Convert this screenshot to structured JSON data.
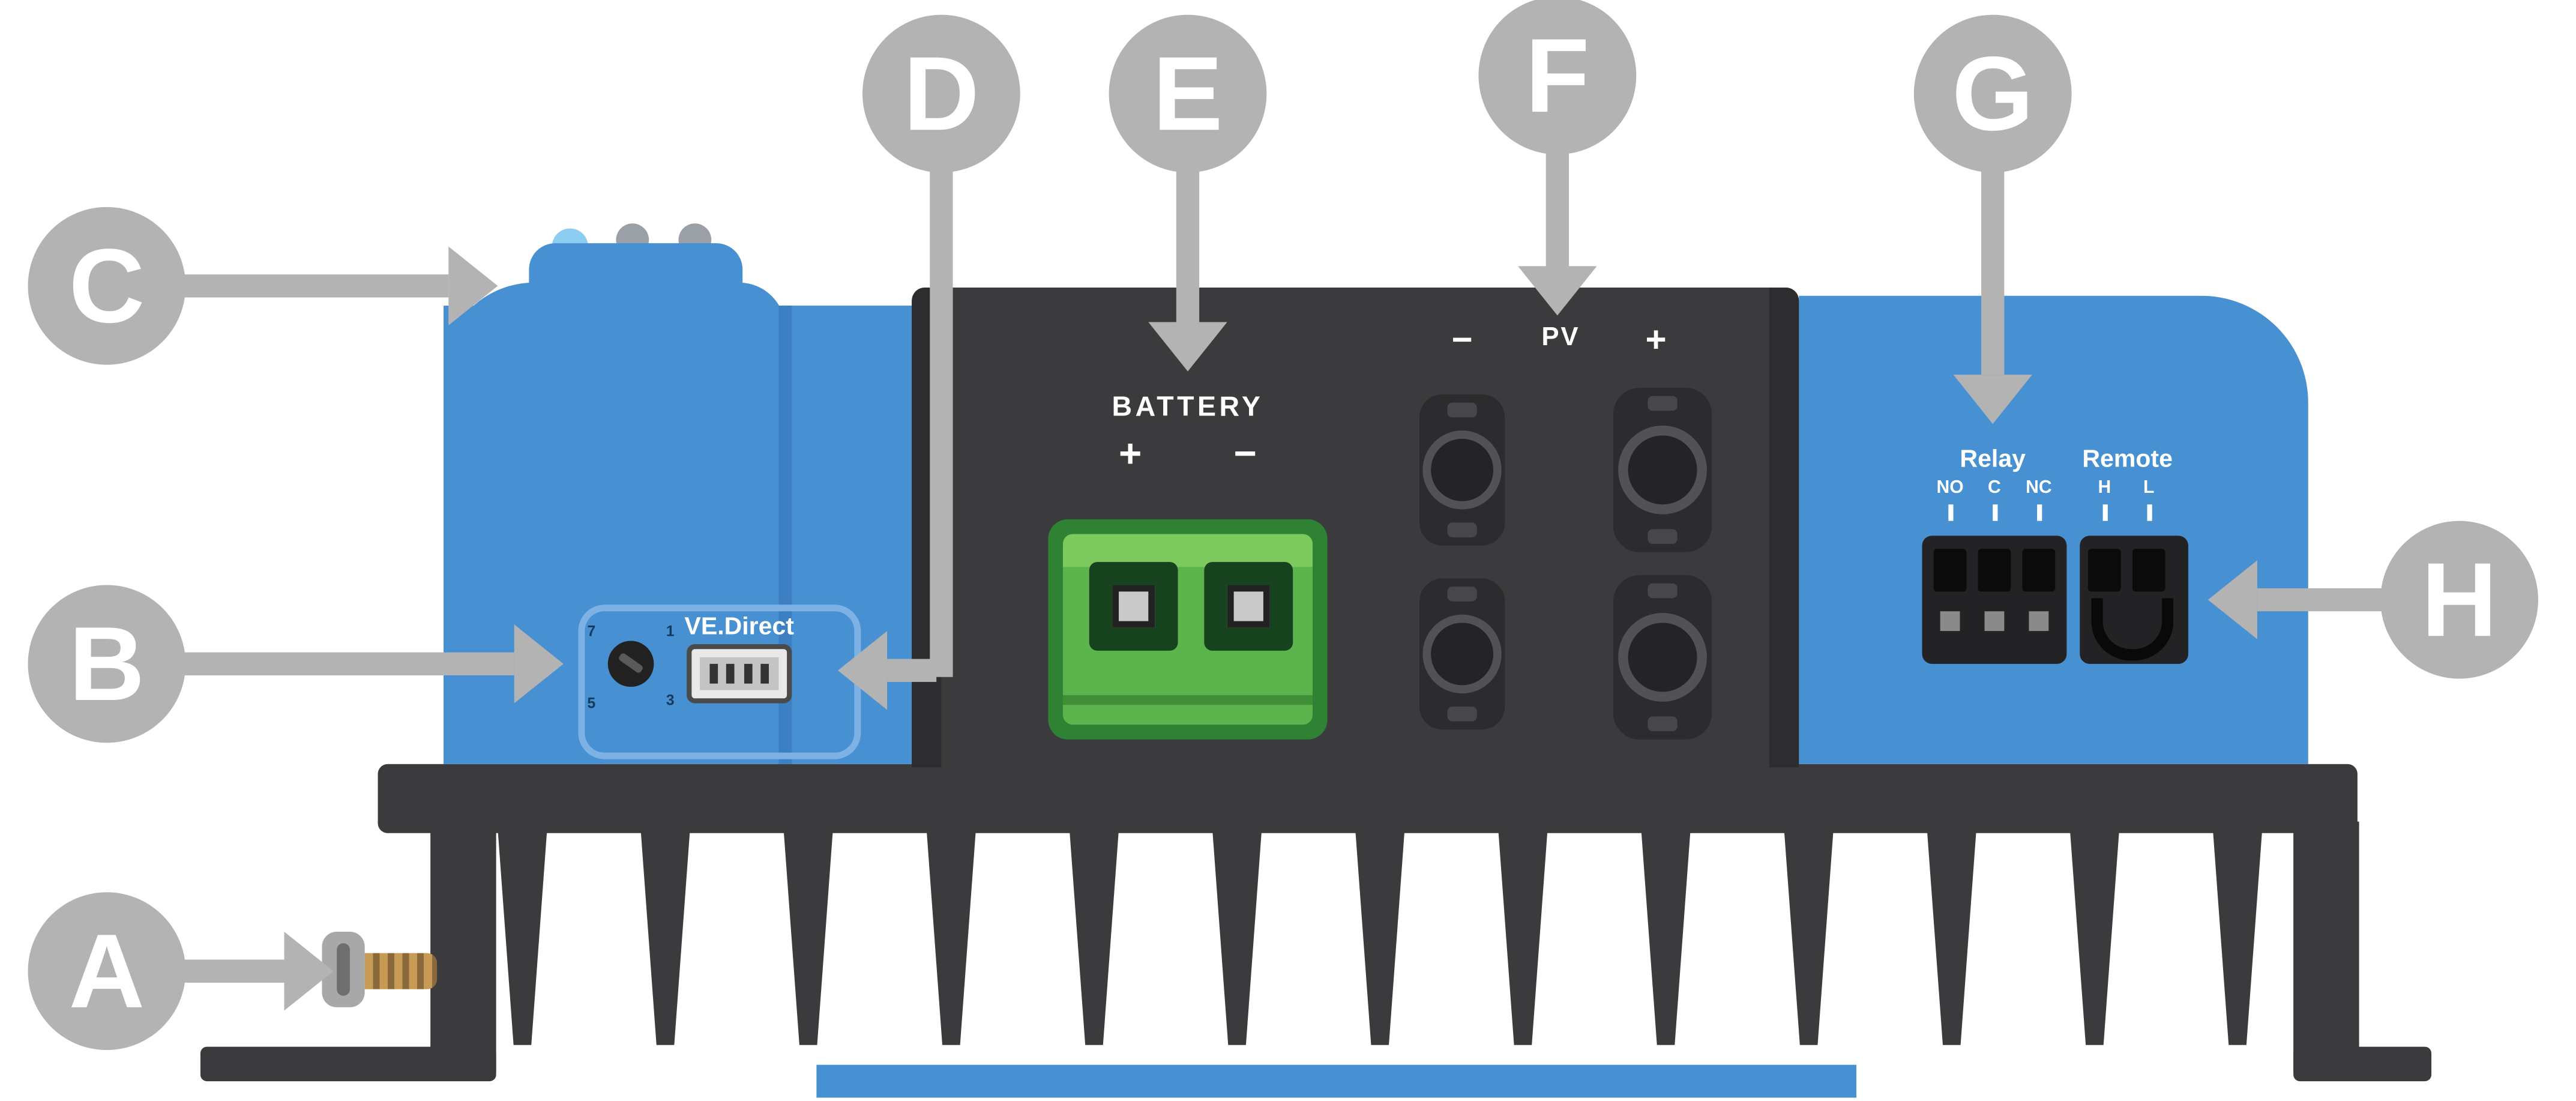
{
  "callouts": [
    {
      "letter": "A",
      "target": "mounting-screw"
    },
    {
      "letter": "B",
      "target": "rotary-switch"
    },
    {
      "letter": "C",
      "target": "status-leds"
    },
    {
      "letter": "D",
      "target": "ve-direct-port"
    },
    {
      "letter": "E",
      "target": "battery-terminals"
    },
    {
      "letter": "F",
      "target": "pv-terminals"
    },
    {
      "letter": "G",
      "target": "relay-remote-terminals"
    },
    {
      "letter": "H",
      "target": "remote-terminal-block"
    }
  ],
  "panel": {
    "battery_label": "BATTERY",
    "battery_plus": "+",
    "battery_minus": "−",
    "pv_minus": "−",
    "pv_label": "PV",
    "pv_plus": "+"
  },
  "left_section": {
    "ve_direct_label": "VE.Direct",
    "rotary_positions": [
      "7",
      "1",
      "3",
      "5"
    ]
  },
  "right_section": {
    "relay_label": "Relay",
    "remote_label": "Remote",
    "relay_pins": [
      "NO",
      "C",
      "NC"
    ],
    "remote_pins": [
      "H",
      "L"
    ]
  },
  "colors": {
    "callout_gray": "#b3b3b3",
    "body_blue": "#4790d2",
    "body_blue_dark": "#3c7fc2",
    "panel_outline_blue": "#7fb2e4",
    "dark_gray": "#3b3b3d",
    "darker_gray": "#2d2d2f",
    "green_dark": "#2f8233",
    "green_mid": "#5cb54c",
    "green_light": "#7cc95d",
    "led_blue": "#8ecdf2",
    "led_gray": "#9aa0a6",
    "screw_gold": "#c79a55",
    "screw_gold_dark": "#8a6a3a"
  }
}
